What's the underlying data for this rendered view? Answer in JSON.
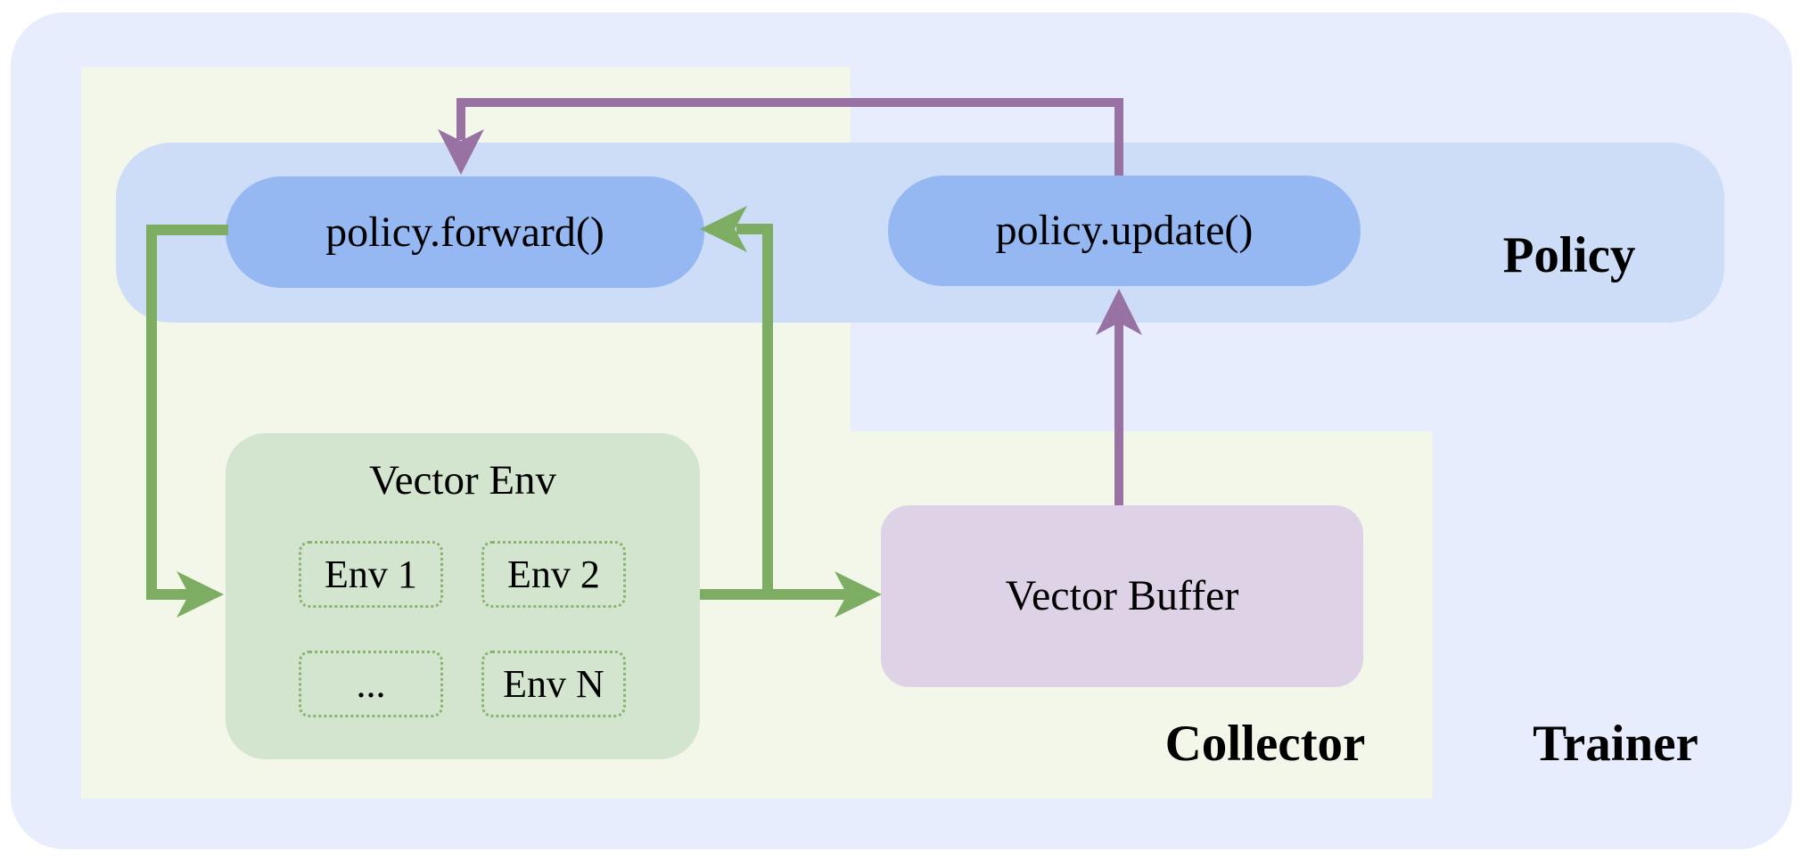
{
  "regions": {
    "trainer": {
      "label": "Trainer"
    },
    "collector": {
      "label": "Collector"
    },
    "policy": {
      "label": "Policy"
    }
  },
  "nodes": {
    "policy_forward": {
      "label": "policy.forward()"
    },
    "policy_update": {
      "label": "policy.update()"
    },
    "vector_env": {
      "title": "Vector Env",
      "envs": [
        "Env 1",
        "Env 2",
        "...",
        "Env N"
      ]
    },
    "vector_buffer": {
      "label": "Vector Buffer"
    }
  },
  "arrows": [
    {
      "name": "forward-to-vector-env",
      "color": "green"
    },
    {
      "name": "vector-env-to-buffer",
      "color": "green"
    },
    {
      "name": "loop-back-to-forward",
      "color": "green"
    },
    {
      "name": "buffer-to-update",
      "color": "purple"
    },
    {
      "name": "update-to-forward",
      "color": "purple"
    }
  ],
  "colors": {
    "page_bg": "#ffffff",
    "trainer_bg": "#e7edfc",
    "collector_bg": "#f3f7ea",
    "policy_band_bg": "#cddcf7",
    "pill_bg": "#95b8f2",
    "env_box_bg": "#d4e5cf",
    "env_dotted_border": "#8ab46e",
    "buffer_bg": "#ded2e7",
    "arrow_green": "#7dad63",
    "arrow_purple": "#9872a2",
    "text": "#000000"
  }
}
